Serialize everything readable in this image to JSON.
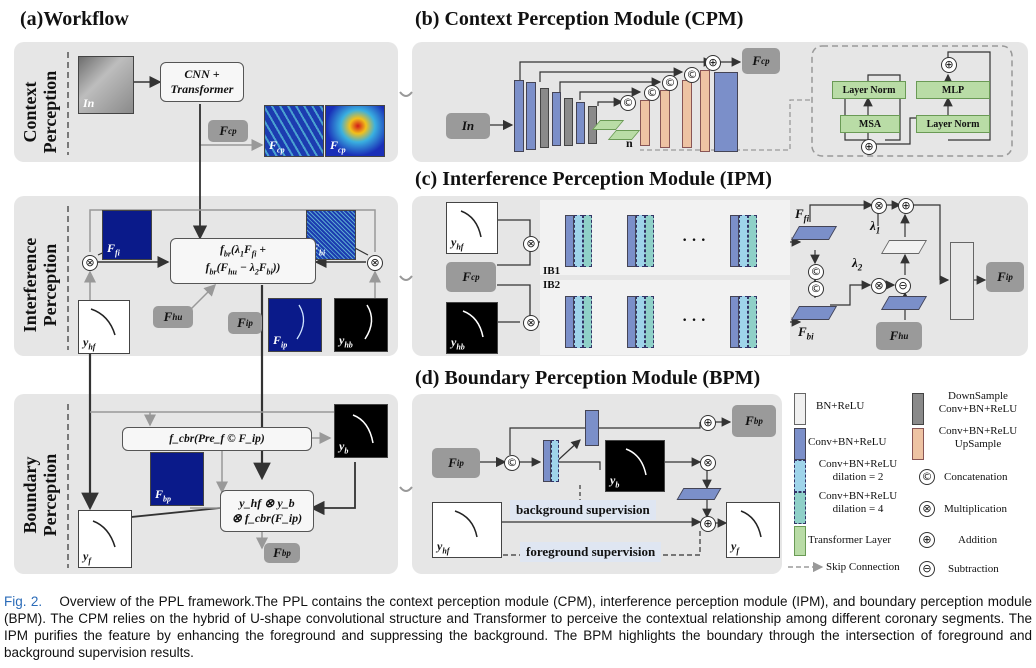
{
  "titles": {
    "a": "(a)Workflow",
    "b": "(b) Context Perception Module (CPM)",
    "c": "(c) Interference Perception Module (IPM)",
    "d": "(d) Boundary Perception Module (BPM)"
  },
  "rows": {
    "context": [
      "Context",
      "Perception"
    ],
    "interference": [
      "Interference",
      "Perception"
    ],
    "boundary": [
      "Boundary",
      "Perception"
    ]
  },
  "workflow": {
    "in": "In",
    "cnn_transformer": [
      "CNN +",
      "Transformer"
    ],
    "fcp": "F",
    "fcp_sub": "cp",
    "fbr_formula": [
      "f",
      "br",
      "(λ",
      "1",
      "F",
      "fi",
      " +",
      "f",
      "br",
      "(F",
      "hu",
      " − λ",
      "2",
      "F",
      "bi",
      "))"
    ],
    "ffi": "F",
    "ffi_sub": "fi",
    "fbi": "F",
    "fbi_sub": "bi",
    "fhu": "F",
    "fhu_sub": "hu",
    "fip": "F",
    "fip_sub": "ip",
    "yhf": "y",
    "yhf_sub": "hf",
    "yhb": "y",
    "yhb_sub": "hb",
    "yb": "y",
    "yb_sub": "b",
    "yf": "y",
    "yf_sub": "f",
    "fbp": "F",
    "fbp_sub": "bp",
    "fcbr_box": "f_cbr(Pre_f © F_ip)",
    "intersect_box": [
      "y_hf ⊗ y_b",
      "⊗ f_cbr(F_ip)"
    ]
  },
  "cpm": {
    "layer_norm": "Layer Norm",
    "mlp": "MLP",
    "msa": "MSA",
    "layer_norm2": "Layer Norm",
    "n_label": "n",
    "in": "In"
  },
  "ipm": {
    "ib1": "IB1",
    "ib2": "IB2",
    "lambda1": "λ",
    "lambda1_sub": "1",
    "lambda2": "λ",
    "lambda2_sub": "2",
    "dots": "· · ·"
  },
  "bpm": {
    "background_supervision": "background supervision",
    "foreground_supervision": "foreground supervision"
  },
  "legend": [
    {
      "icon": "white-block",
      "label": "BN+ReLU"
    },
    {
      "icon": "gray-block",
      "label": "DownSample Conv+BN+ReLU"
    },
    {
      "icon": "blue-block",
      "label": "Conv+BN+ReLU"
    },
    {
      "icon": "orange-block",
      "label": "Conv+BN+ReLU UpSample"
    },
    {
      "icon": "lightblue-block",
      "label": "Conv+BN+ReLU dilation = 2"
    },
    {
      "icon": "concat-symbol",
      "label": "Concatenation"
    },
    {
      "icon": "teal-block",
      "label": "Conv+BN+ReLU dilation = 4"
    },
    {
      "icon": "multiply-symbol",
      "label": "Multiplication"
    },
    {
      "icon": "green-block",
      "label": "Transformer Layer"
    },
    {
      "icon": "add-symbol",
      "label": "Addition"
    },
    {
      "icon": "dashed-arrow",
      "label": "Skip Connection"
    },
    {
      "icon": "subtract-symbol",
      "label": "Subtraction"
    }
  ],
  "caption": {
    "fig": "Fig. 2.",
    "text": "Overview of the PPL framework.The PPL contains the context perception module (CPM), interference perception module (IPM), and boundary perception module (BPM). The CPM relies on the hybrid of U-shape convolutional structure and Transformer to perceive the contextual relationship among different coronary segments. The IPM purifies the feature by enhancing the foreground and suppressing the background. The BPM highlights the boundary through the intersection of foreground and background supervision results."
  },
  "colors": {
    "panel": "#e6e6e6",
    "blue_block": "#7b8fc9",
    "orange_block": "#eec3a3",
    "green_block": "#b9dca6",
    "gray_block": "#8a8a8a",
    "caption_fig": "#2a6bb8"
  }
}
